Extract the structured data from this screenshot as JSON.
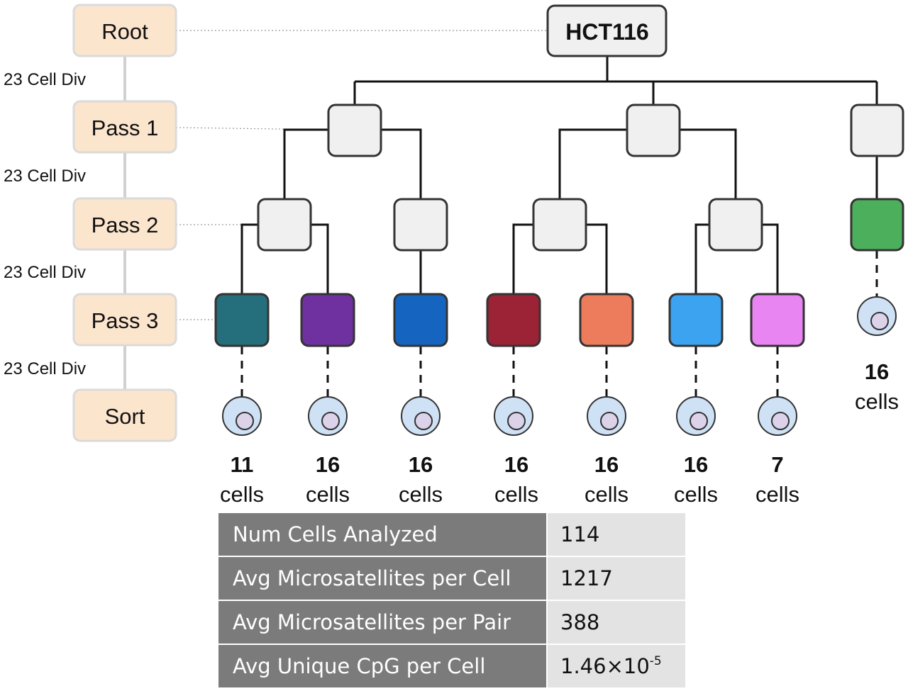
{
  "root_label": "HCT116",
  "stages": [
    "Root",
    "Pass 1",
    "Pass 2",
    "Pass 3",
    "Sort"
  ],
  "division_label": "23 Cell Div",
  "cell_unit": "cells",
  "clone_colors": [
    "#256e7b",
    "#7031a0",
    "#1565c0",
    "#9b2335",
    "#ec7c5c",
    "#3ba3ef",
    "#e985f2",
    "#4caf5b"
  ],
  "colors": {
    "stage_fill": "#fce5cd",
    "stage_border": "#dadada",
    "node_fill": "#f0f0f0",
    "node_border": "#333333",
    "cell_fill": "#cfe1f5",
    "nucleus_fill": "#dcd3ea"
  },
  "cell_counts": [
    "11",
    "16",
    "16",
    "16",
    "16",
    "16",
    "7",
    "16"
  ],
  "stats": {
    "rows": [
      {
        "label": "Num Cells Analyzed",
        "value": "114"
      },
      {
        "label": "Avg Microsatellites per Cell",
        "value": "1217"
      },
      {
        "label": "Avg Microsatellites per Pair",
        "value": "388"
      },
      {
        "label": "Avg Unique CpG per Cell",
        "value_base": "1.46×10",
        "value_exp": "-5"
      }
    ]
  }
}
